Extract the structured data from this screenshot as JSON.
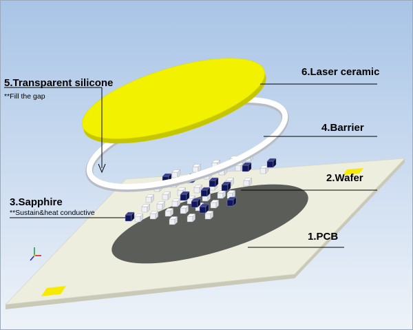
{
  "labels": {
    "laser_ceramic": "6.Laser ceramic",
    "transparent_silicone": "5.Transparent silicone",
    "transparent_silicone_note": "**Fill the gap",
    "barrier": "4.Barrier",
    "sapphire": "3.Sapphire",
    "sapphire_note": "**Sustain&heat conductive",
    "wafer": "2.Wafer",
    "pcb": "1.PCB"
  },
  "colors": {
    "background_top": "#a8c4e6",
    "background_bottom": "#eef3f9",
    "pcb_board": "#eeeedf",
    "pcb_edge": "#c9c9b8",
    "dark_disc": "#5b5d58",
    "laser_ceramic": "#f2f200",
    "barrier": "#ffffff",
    "wafer_block": "#ffffff",
    "sapphire_chip": "#101560",
    "corner_pad": "#f6ea00"
  }
}
